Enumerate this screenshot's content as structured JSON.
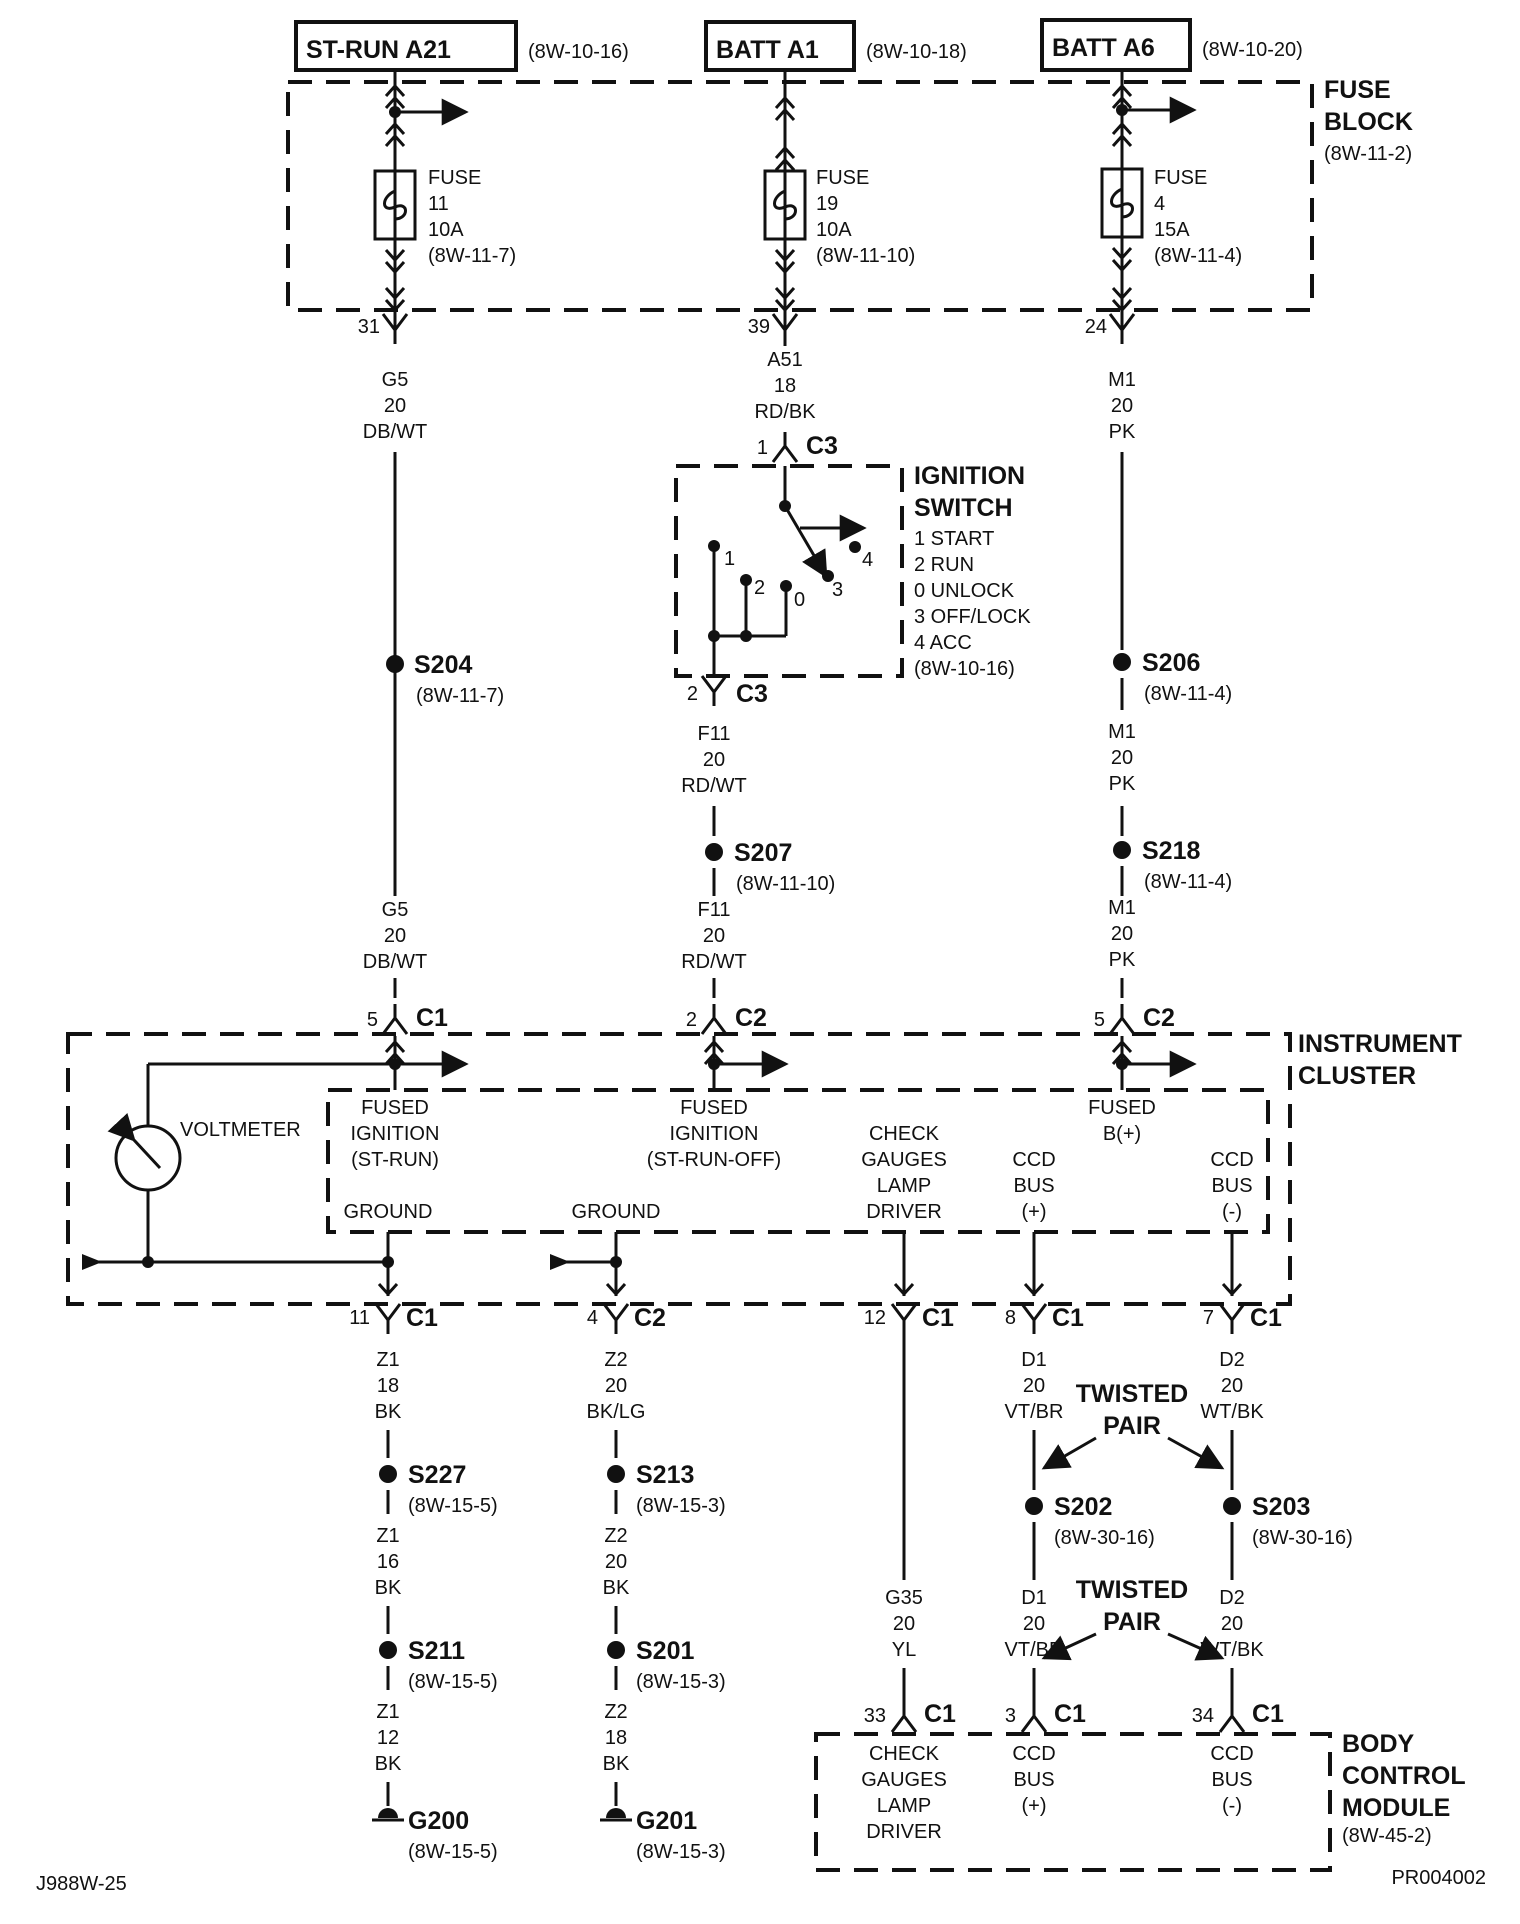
{
  "sources": [
    {
      "label": "ST-RUN A21",
      "ref": "(8W-10-16)"
    },
    {
      "label": "BATT A1",
      "ref": "(8W-10-18)"
    },
    {
      "label": "BATT A6",
      "ref": "(8W-10-20)"
    }
  ],
  "fuse_block": {
    "title1": "FUSE",
    "title2": "BLOCK",
    "ref": "(8W-11-2)"
  },
  "fuses": [
    {
      "word": "FUSE",
      "num": "11",
      "amps": "10A",
      "ref": "(8W-11-7)",
      "pin": "31"
    },
    {
      "word": "FUSE",
      "num": "19",
      "amps": "10A",
      "ref": "(8W-11-10)",
      "pin": "39"
    },
    {
      "word": "FUSE",
      "num": "4",
      "amps": "15A",
      "ref": "(8W-11-4)",
      "pin": "24"
    }
  ],
  "wires_top": [
    {
      "c": "G5",
      "g": "20",
      "col": "DB/WT"
    },
    {
      "c": "A51",
      "g": "18",
      "col": "RD/BK"
    },
    {
      "c": "M1",
      "g": "20",
      "col": "PK"
    }
  ],
  "ignition_switch": {
    "title1": "IGNITION",
    "title2": "SWITCH",
    "legend": [
      "1 START",
      "2 RUN",
      "0 UNLOCK",
      "3 OFF/LOCK",
      "4 ACC"
    ],
    "ref": "(8W-10-16)",
    "conn_in": {
      "pin": "1",
      "name": "C3"
    },
    "conn_out": {
      "pin": "2",
      "name": "C3"
    },
    "pos_labels": [
      "1",
      "2",
      "0",
      "3",
      "4"
    ]
  },
  "splices_mid": [
    {
      "name": "S204",
      "ref": "(8W-11-7)"
    },
    {
      "name": "S206",
      "ref": "(8W-11-4)"
    },
    {
      "name": "S207",
      "ref": "(8W-11-10)"
    },
    {
      "name": "S218",
      "ref": "(8W-11-4)"
    }
  ],
  "wires_mid": [
    {
      "c": "F11",
      "g": "20",
      "col": "RD/WT"
    },
    {
      "c": "M1",
      "g": "20",
      "col": "PK"
    },
    {
      "c": "G5",
      "g": "20",
      "col": "DB/WT"
    },
    {
      "c": "F11",
      "g": "20",
      "col": "RD/WT"
    },
    {
      "c": "M1",
      "g": "20",
      "col": "PK"
    }
  ],
  "cluster_in": [
    {
      "pin": "5",
      "name": "C1"
    },
    {
      "pin": "2",
      "name": "C2"
    },
    {
      "pin": "5",
      "name": "C2"
    }
  ],
  "instrument_cluster": {
    "title1": "INSTRUMENT",
    "title2": "CLUSTER",
    "voltmeter": "VOLTMETER",
    "fused1": [
      "FUSED",
      "IGNITION",
      "(ST-RUN)"
    ],
    "fused2": [
      "FUSED",
      "IGNITION",
      "(ST-RUN-OFF)"
    ],
    "fused3": [
      "FUSED",
      "B(+)"
    ],
    "check": [
      "CHECK",
      "GAUGES",
      "LAMP",
      "DRIVER"
    ],
    "ccd_pos": [
      "CCD",
      "BUS",
      "(+)"
    ],
    "ccd_neg": [
      "CCD",
      "BUS",
      "(-)"
    ],
    "ground1": "GROUND",
    "ground2": "GROUND"
  },
  "cluster_out": [
    {
      "pin": "11",
      "name": "C1"
    },
    {
      "pin": "4",
      "name": "C2"
    },
    {
      "pin": "12",
      "name": "C1"
    },
    {
      "pin": "8",
      "name": "C1"
    },
    {
      "pin": "7",
      "name": "C1"
    }
  ],
  "wires_low": [
    {
      "c": "Z1",
      "g": "18",
      "col": "BK"
    },
    {
      "c": "Z2",
      "g": "20",
      "col": "BK/LG"
    },
    {
      "c": "D1",
      "g": "20",
      "col": "VT/BR"
    },
    {
      "c": "D2",
      "g": "20",
      "col": "WT/BK"
    },
    {
      "c": "Z1",
      "g": "16",
      "col": "BK"
    },
    {
      "c": "Z2",
      "g": "20",
      "col": "BK"
    },
    {
      "c": "G35",
      "g": "20",
      "col": "YL"
    },
    {
      "c": "D1",
      "g": "20",
      "col": "VT/BR"
    },
    {
      "c": "D2",
      "g": "20",
      "col": "WT/BK"
    },
    {
      "c": "Z1",
      "g": "12",
      "col": "BK"
    },
    {
      "c": "Z2",
      "g": "18",
      "col": "BK"
    }
  ],
  "splices_low": [
    {
      "name": "S227",
      "ref": "(8W-15-5)"
    },
    {
      "name": "S213",
      "ref": "(8W-15-3)"
    },
    {
      "name": "S202",
      "ref": "(8W-30-16)"
    },
    {
      "name": "S203",
      "ref": "(8W-30-16)"
    },
    {
      "name": "S211",
      "ref": "(8W-15-5)"
    },
    {
      "name": "S201",
      "ref": "(8W-15-3)"
    }
  ],
  "twisted_pair": {
    "line1": "TWISTED",
    "line2": "PAIR"
  },
  "grounds": [
    {
      "name": "G200",
      "ref": "(8W-15-5)"
    },
    {
      "name": "G201",
      "ref": "(8W-15-3)"
    }
  ],
  "bcm_in": [
    {
      "pin": "33",
      "name": "C1"
    },
    {
      "pin": "3",
      "name": "C1"
    },
    {
      "pin": "34",
      "name": "C1"
    }
  ],
  "bcm": {
    "title": [
      "BODY",
      "CONTROL",
      "MODULE"
    ],
    "ref": "(8W-45-2)",
    "check": [
      "CHECK",
      "GAUGES",
      "LAMP",
      "DRIVER"
    ],
    "ccd_pos": [
      "CCD",
      "BUS",
      "(+)"
    ],
    "ccd_neg": [
      "CCD",
      "BUS",
      "(-)"
    ]
  },
  "footer": {
    "left": "J988W-25",
    "right": "PR004002"
  }
}
